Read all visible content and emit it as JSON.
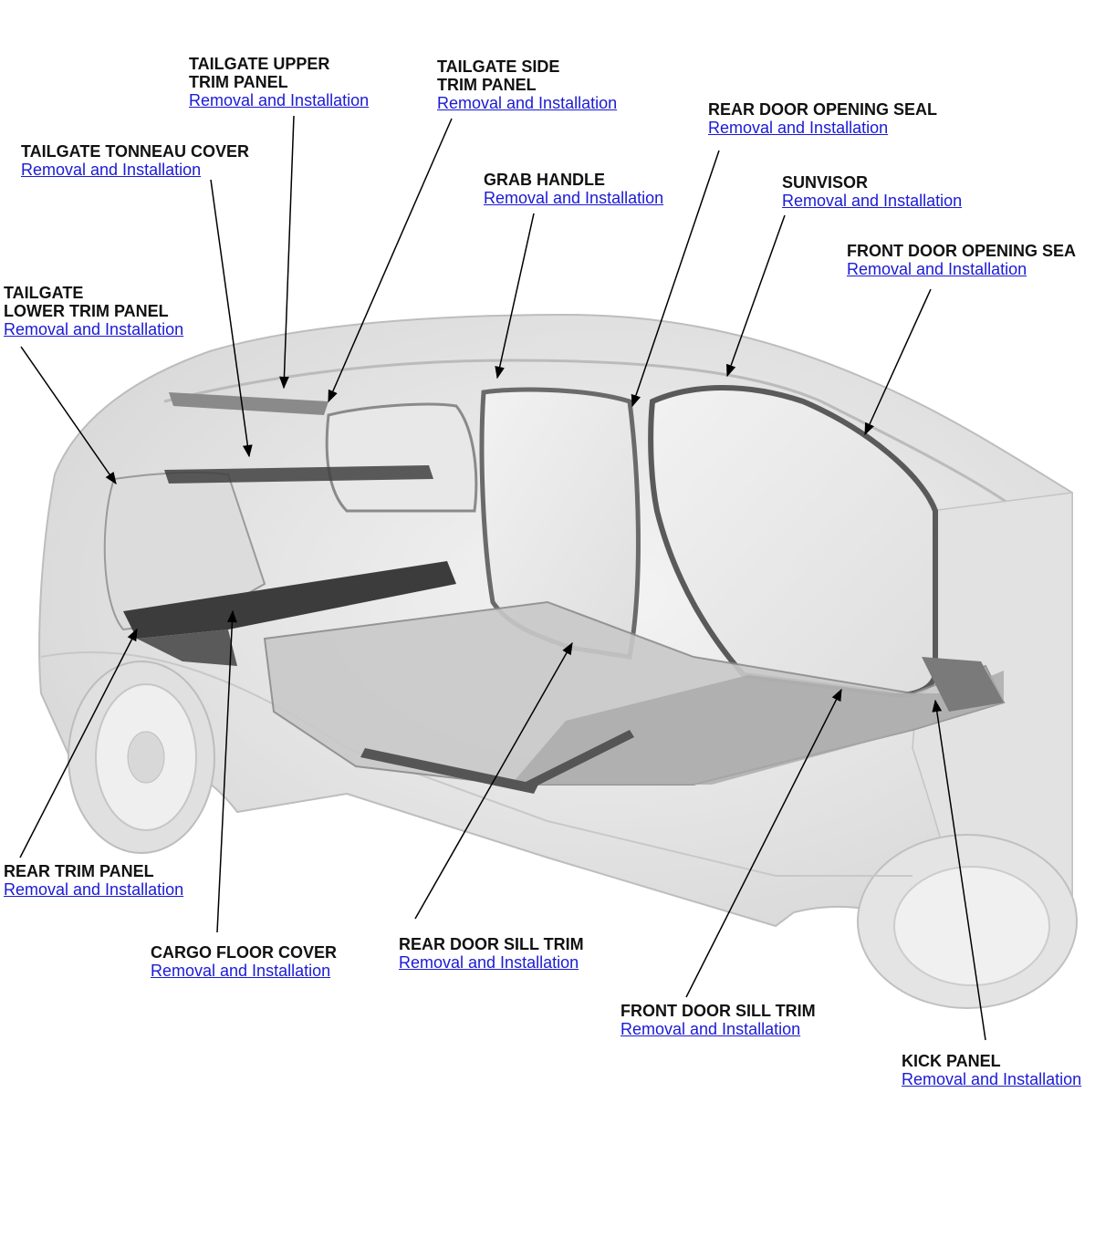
{
  "callouts": {
    "tailgate_upper_trim_panel": {
      "title_line1": "TAILGATE UPPER",
      "title_line2": "TRIM PANEL",
      "link": "Removal and Installation"
    },
    "tailgate_side_trim_panel": {
      "title_line1": "TAILGATE SIDE",
      "title_line2": "TRIM PANEL",
      "link": "Removal and Installation"
    },
    "rear_door_opening_seal": {
      "title": "REAR DOOR OPENING SEAL",
      "link": "Removal and Installation"
    },
    "tailgate_tonneau_cover": {
      "title": "TAILGATE TONNEAU COVER",
      "link": "Removal and Installation"
    },
    "grab_handle": {
      "title": "GRAB HANDLE",
      "link": "Removal and Installation"
    },
    "sunvisor": {
      "title": "SUNVISOR",
      "link": "Removal and Installation"
    },
    "front_door_opening_seal": {
      "title": "FRONT DOOR OPENING SEA",
      "link": "Removal and Installation"
    },
    "tailgate_lower_trim_panel": {
      "title_line1": "TAILGATE",
      "title_line2": "LOWER TRIM PANEL",
      "link": "Removal and Installation"
    },
    "rear_trim_panel": {
      "title": "REAR TRIM PANEL",
      "link": "Removal and Installation"
    },
    "cargo_floor_cover": {
      "title": "CARGO FLOOR COVER",
      "link": "Removal and Installation"
    },
    "rear_door_sill_trim": {
      "title": "REAR DOOR SILL TRIM",
      "link": "Removal and Installation"
    },
    "front_door_sill_trim": {
      "title": "FRONT DOOR SILL TRIM",
      "link": "Removal and Installation"
    },
    "kick_panel": {
      "title": "KICK PANEL",
      "link": "Removal and Installation"
    }
  },
  "colors": {
    "link": "#1a1ad6",
    "label": "#111111",
    "body_light": "#ececec",
    "body_mid": "#cfcfcf",
    "trim_dark": "#4a4a4a"
  }
}
